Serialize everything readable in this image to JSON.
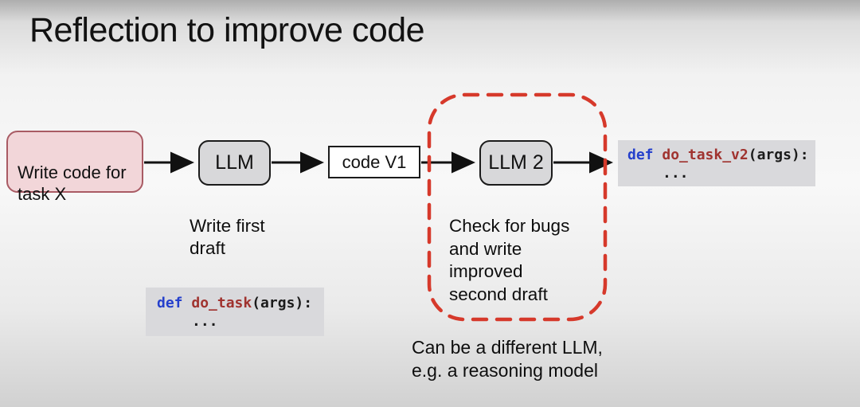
{
  "title": "Reflection to improve code",
  "colors": {
    "loop_red": "#d6392b",
    "pink_fill": "#f2d6d9",
    "pink_border": "#a95b64",
    "gray_fill": "#d8d8da",
    "code_bg": "#d9d9dc",
    "keyword_blue": "#2540cc",
    "function_red": "#a0332f",
    "arrow_black": "#111111"
  },
  "flow": {
    "task_box": {
      "label": "Write code for\ntask X"
    },
    "llm_box": {
      "label": "LLM"
    },
    "code_v1_box": {
      "label": "code V1"
    },
    "llm2_box": {
      "label": "LLM 2"
    }
  },
  "code_snippets": {
    "draft1": {
      "keyword": "def",
      "name": "do_task",
      "args": "(args):",
      "body": "..."
    },
    "draft2": {
      "keyword": "def",
      "name": "do_task_v2",
      "args": "(args):",
      "body": "..."
    }
  },
  "annotations": {
    "write_first_draft": "Write first\ndraft",
    "check_for_bugs": "Check for bugs\nand write\nimproved\nsecond draft",
    "different_llm": "Can be a different LLM,\ne.g. a reasoning model"
  }
}
